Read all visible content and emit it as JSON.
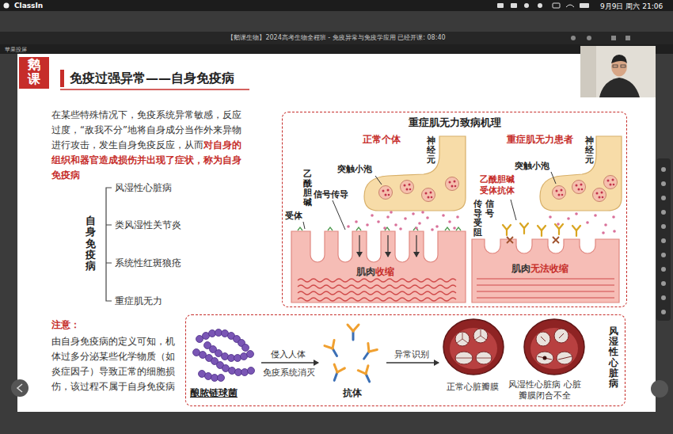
{
  "diagram": {
    "title": "免疫过强异常——自身免疫病",
    "nodes": [
      {
        "text": [
          "重症肌无力致病机理"
        ]
      },
      {
        "text": [
          "风湿性心脏病"
        ]
      }
    ],
    "labels": [
      "ClassIn",
      "9月9日 周六 21:06",
      "【鹅课生物】2024高考生物全程班 - 免疫异常与免疫学应用  已经开课: 08:40",
      "苹果投屏",
      "鹅课",
      "在某些特殊情况下，免疫系统异常敏感，反应过度，“敌我不分”地将自身成分当作外来异物进行攻击，发生自身免疫反应，从而",
      "对自身的组织和器官造成损伤并出现了症状，称为自身免疫病",
      "自身免疫病",
      "风湿性心脏病",
      "类风湿性关节炎",
      "系统性红斑狼疮",
      "重症肌无力",
      "注意：",
      "由自身免疫病的定义可知，机体过多分泌某些化学物质（如炎症因子）导致正常的细胞损伤，该过程不属于自身免疫病",
      "正常个体",
      "神经元",
      "突触小泡",
      "乙酰胆碱",
      "受体",
      "信号传导",
      "肌肉",
      "收缩",
      "重症肌无力患者",
      "神经元",
      "突触小泡",
      "乙酰胆碱受体抗体",
      "传导受阻",
      "信号",
      "肌肉",
      "无法收缩",
      "酿脓链球菌",
      "侵入人体",
      "免疫系统消灭",
      "抗体",
      "异常识别",
      "正常心脏瓣膜",
      "风湿性心脏病 心脏瓣膜闭合不全"
    ]
  }
}
